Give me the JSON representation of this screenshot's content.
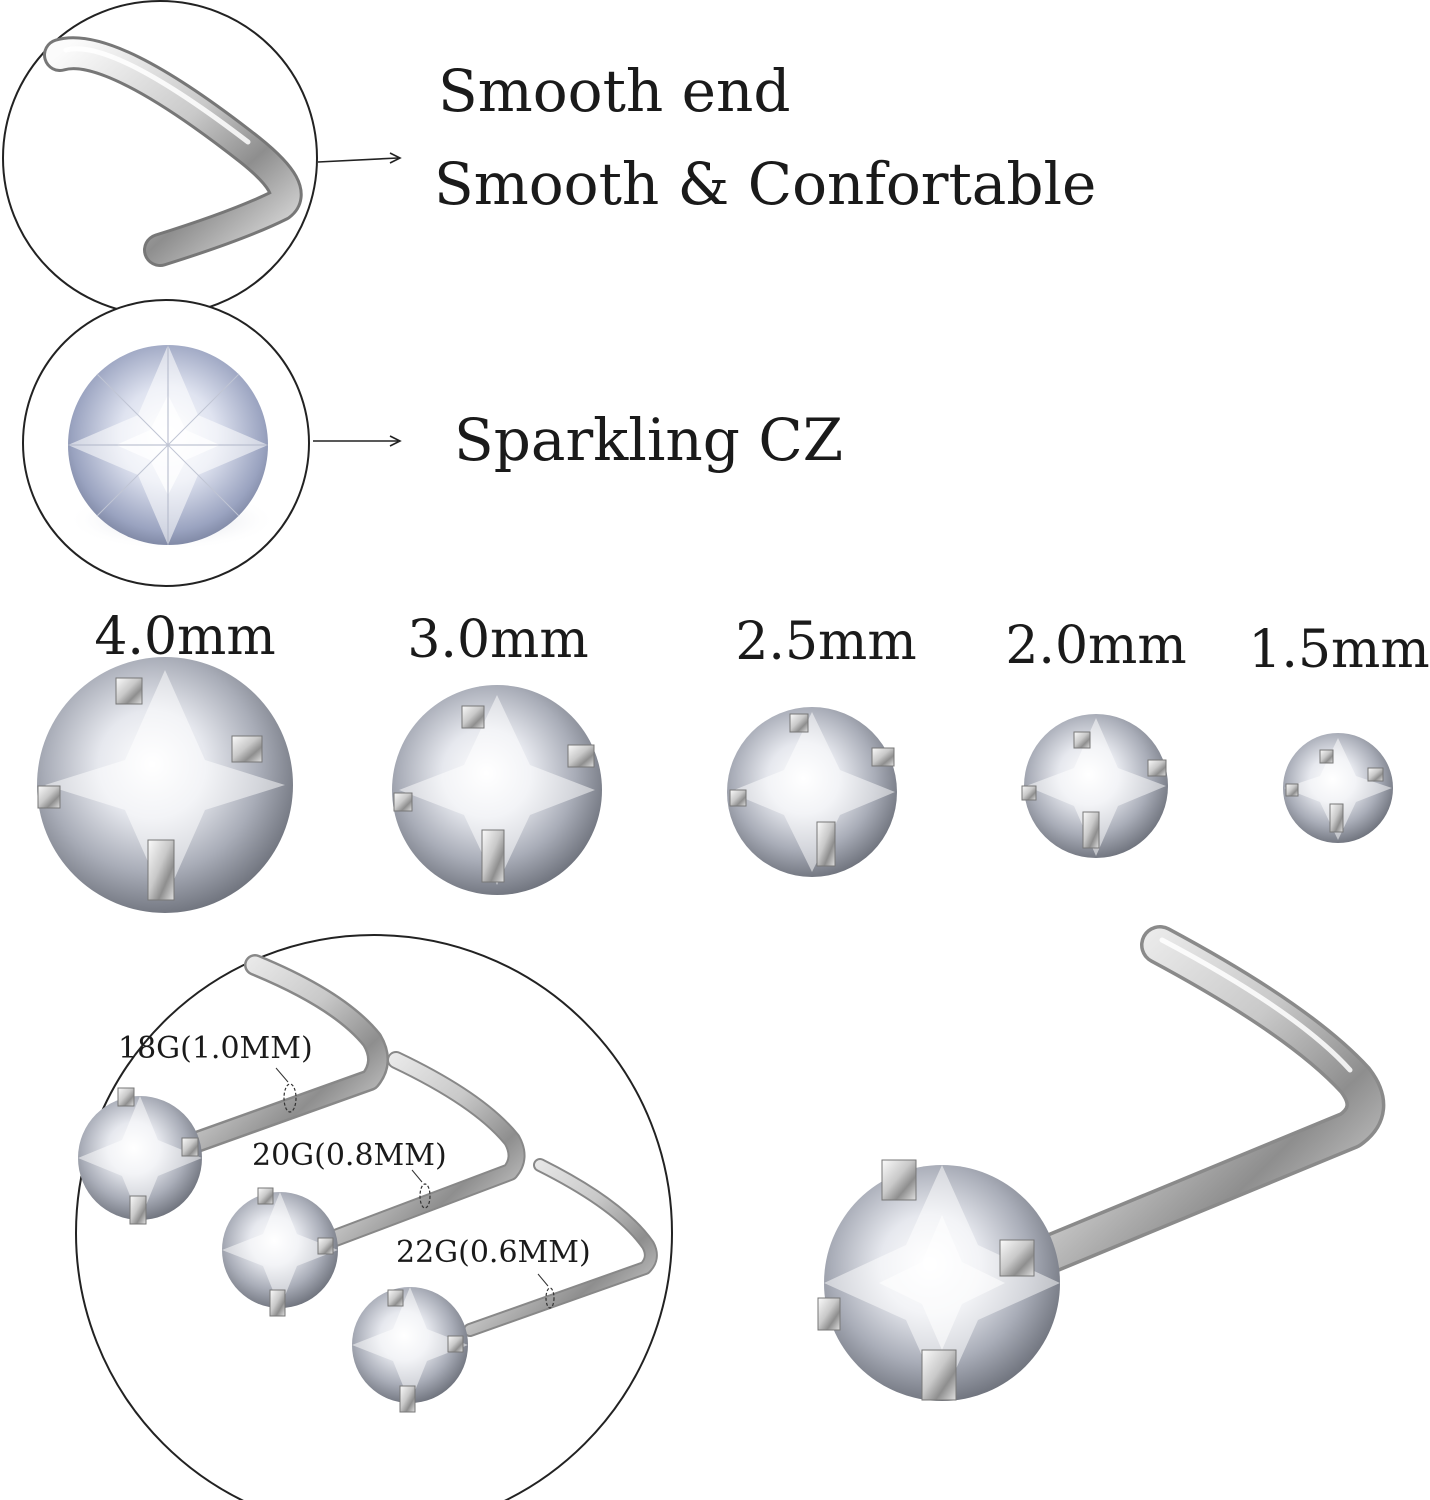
{
  "features": {
    "smooth_end": {
      "line1": "Smooth end",
      "line2": "Smooth & Confortable"
    },
    "cz": {
      "label": "Sparkling CZ"
    }
  },
  "sizes": [
    "4.0mm",
    "3.0mm",
    "2.5mm",
    "2.0mm",
    "1.5mm"
  ],
  "gauges": [
    "18G(1.0MM)",
    "20G(0.8MM)",
    "22G(0.6MM)"
  ],
  "colors": {
    "text": "#1a1a1a",
    "circle_stroke": "#222222",
    "metal_light": "#f4f4f4",
    "metal_dark": "#8e8e8e"
  }
}
